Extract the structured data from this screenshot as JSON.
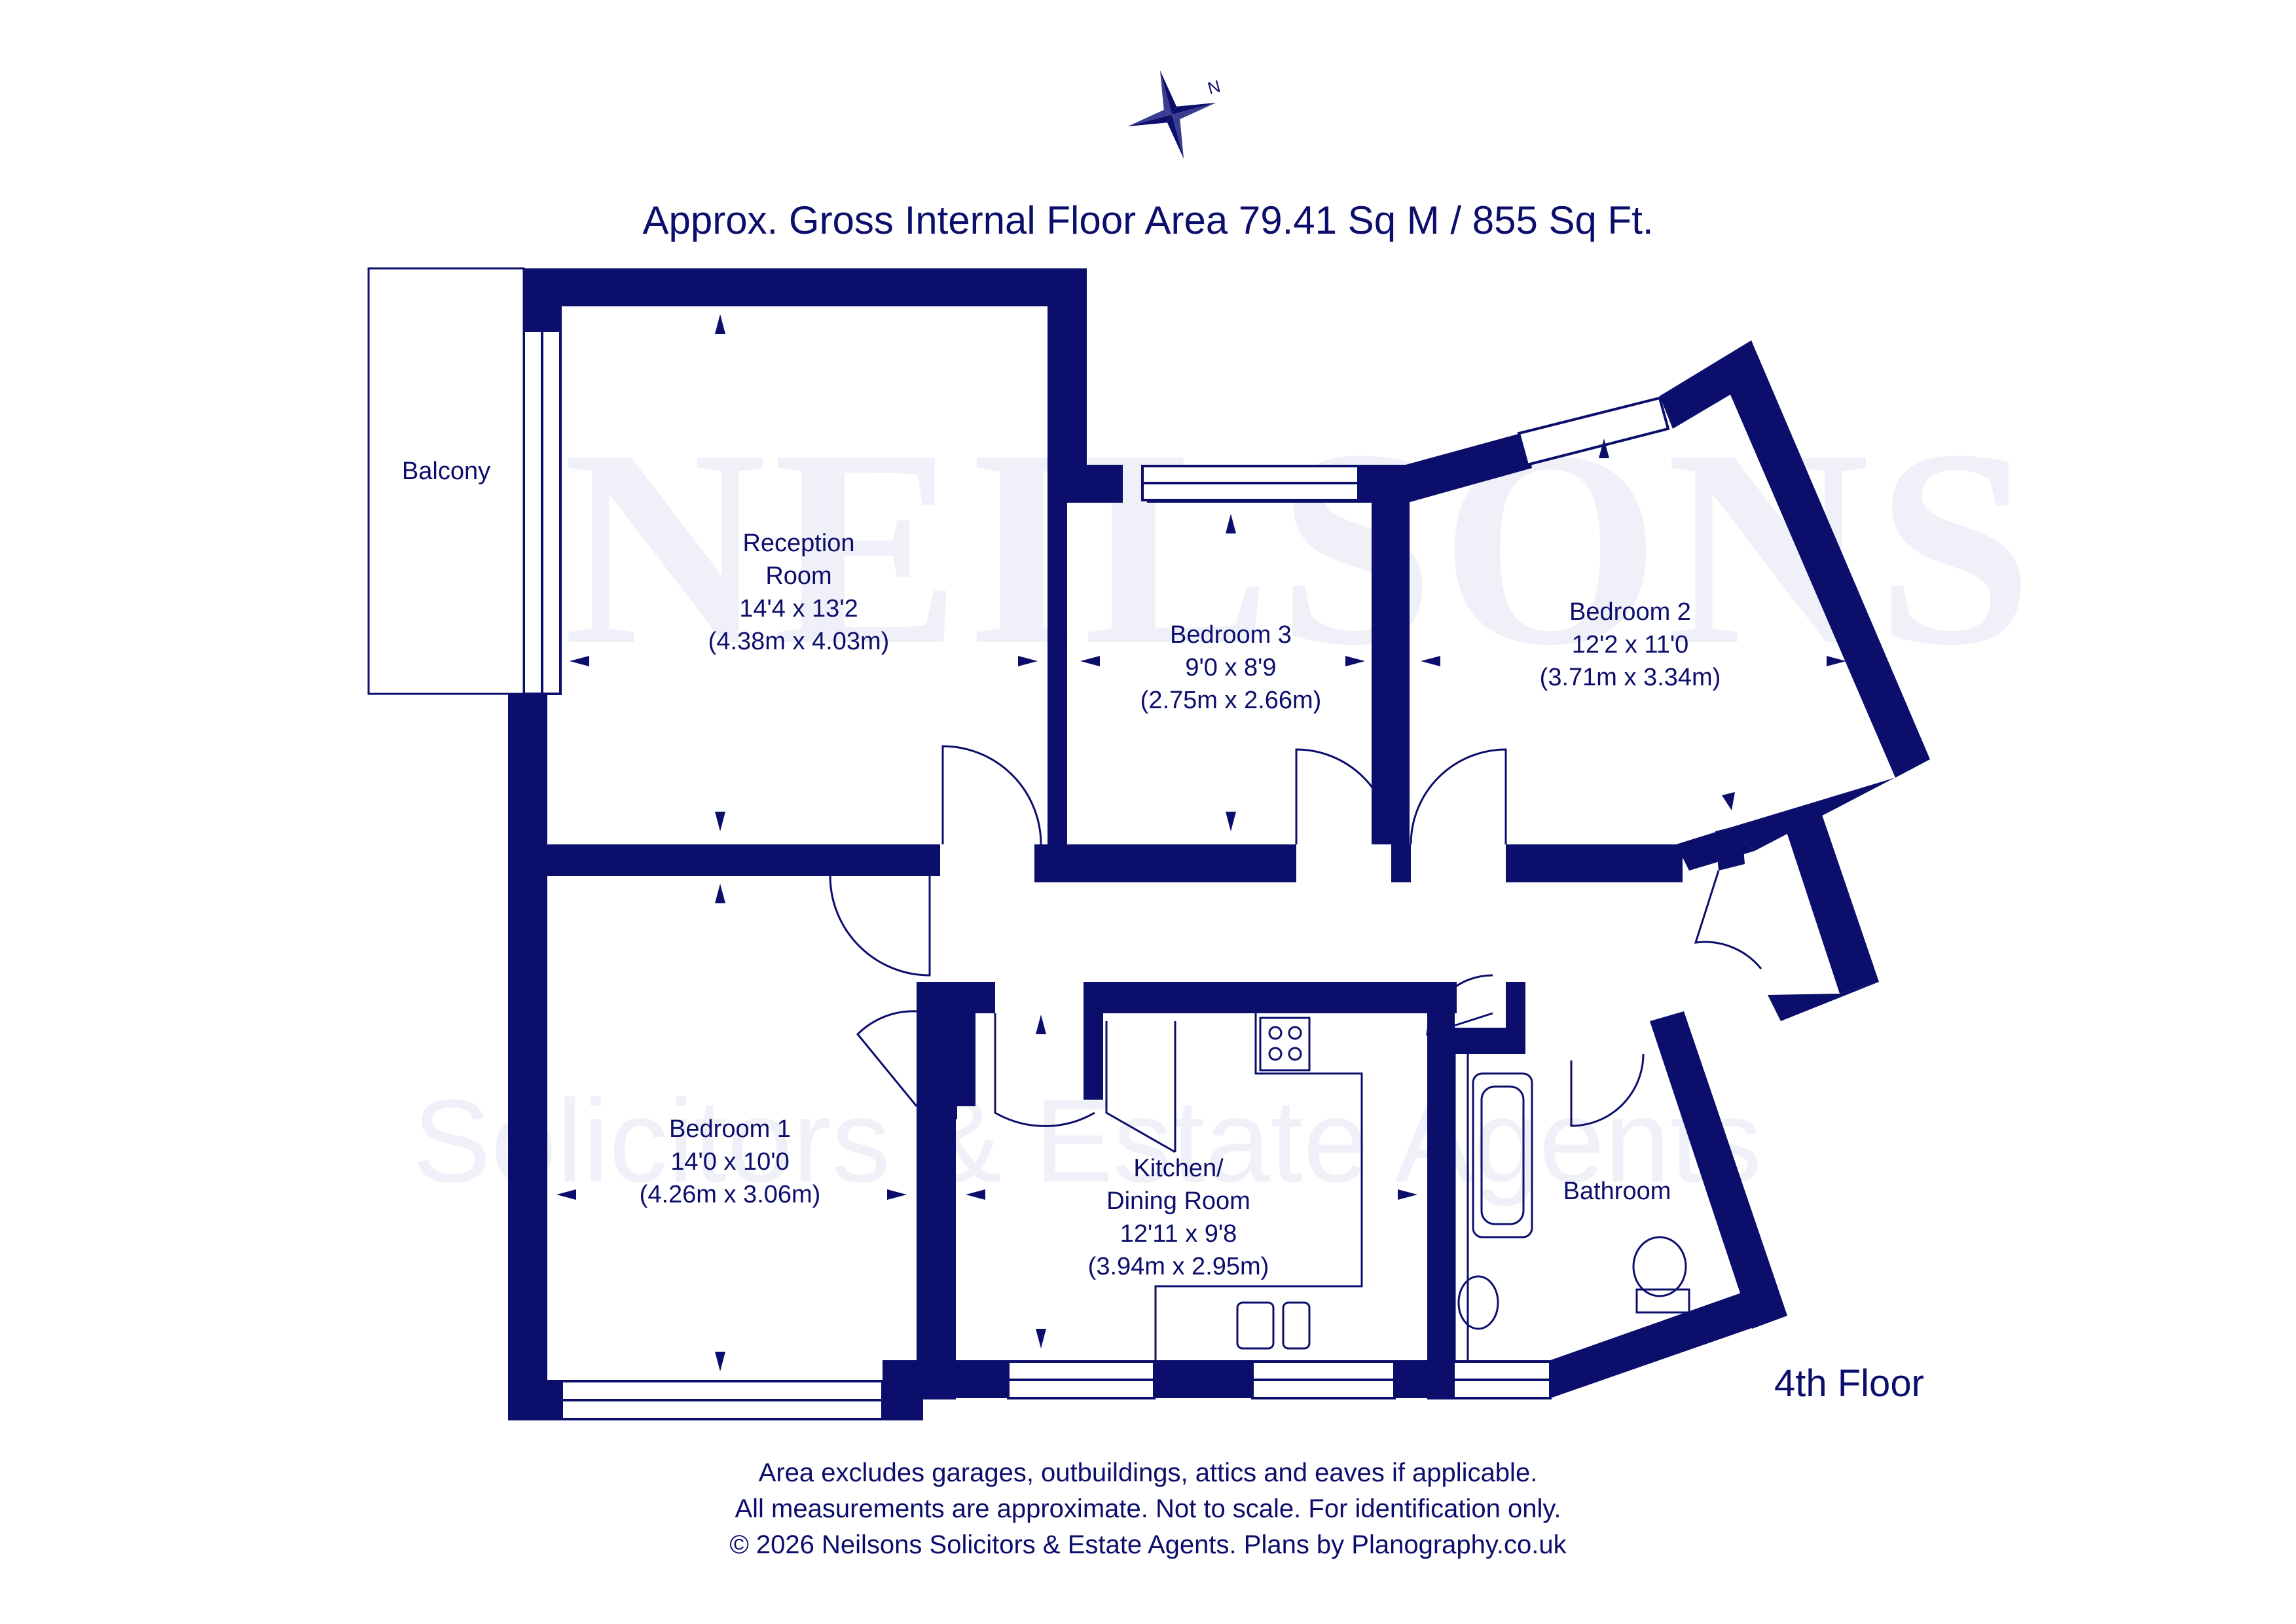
{
  "title": "Approx. Gross Internal Floor Area 79.41 Sq M / 855 Sq Ft.",
  "floor_label": "4th Floor",
  "compass": {
    "icon": "compass-rose-icon",
    "north_label": "N"
  },
  "watermark": {
    "brand": "NEILSONS",
    "subtitle": "Solicitors & Estate Agents"
  },
  "rooms": {
    "balcony": {
      "name": "Balcony"
    },
    "reception": {
      "name_line1": "Reception",
      "name_line2": "Room",
      "imperial": "14'4 x 13'2",
      "metric": "(4.38m x 4.03m)"
    },
    "bedroom3": {
      "name": "Bedroom 3",
      "imperial": "9'0 x 8'9",
      "metric": "(2.75m x 2.66m)"
    },
    "bedroom2": {
      "name": "Bedroom 2",
      "imperial": "12'2 x 11'0",
      "metric": "(3.71m x 3.34m)"
    },
    "bedroom1": {
      "name": "Bedroom 1",
      "imperial": "14'0 x 10'0",
      "metric": "(4.26m x 3.06m)"
    },
    "kitchen": {
      "name_line1": "Kitchen/",
      "name_line2": "Dining Room",
      "imperial": "12'11 x 9'8",
      "metric": "(3.94m x 2.95m)"
    },
    "bathroom": {
      "name": "Bathroom"
    }
  },
  "footer": {
    "line1": "Area excludes garages, outbuildings, attics and eaves if applicable.",
    "line2": "All measurements are approximate. Not to scale. For identification only.",
    "line3": "© 2026 Neilsons Solicitors & Estate Agents. Plans by Planography.co.uk"
  },
  "colors": {
    "wall": "#0b0e6b",
    "watermark": "#eef0f8",
    "background": "#ffffff"
  }
}
